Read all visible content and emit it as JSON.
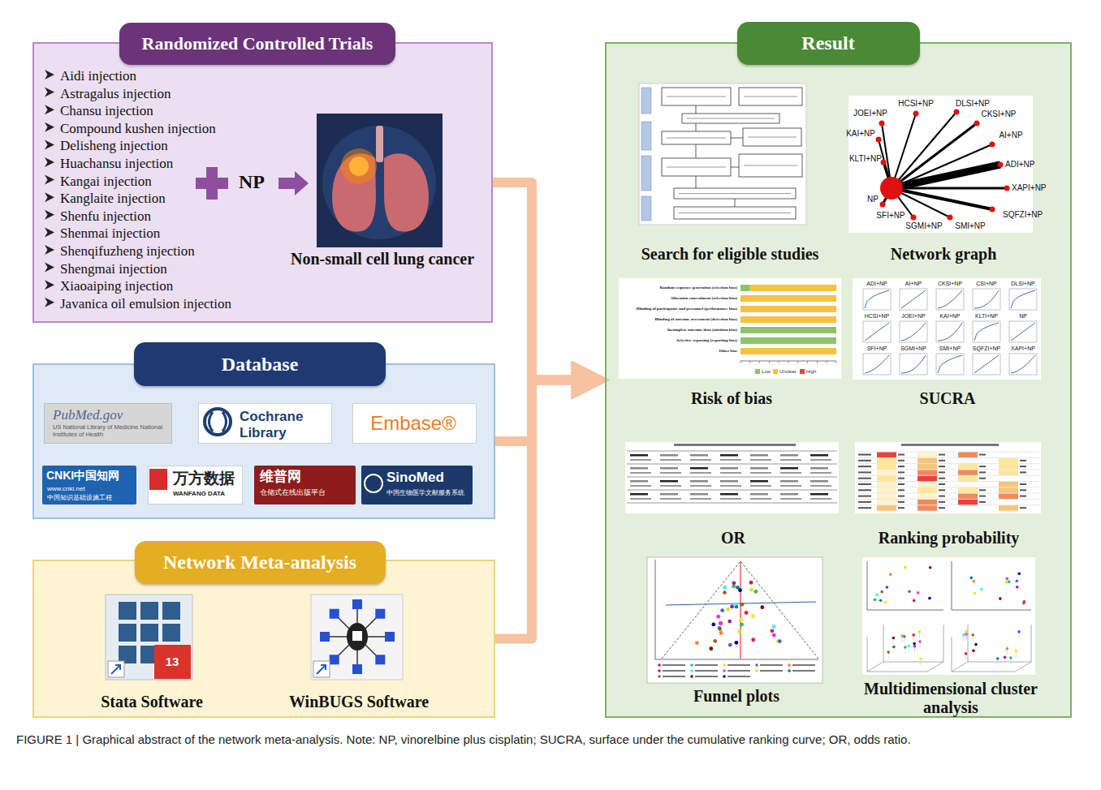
{
  "diagram": {
    "caption": "FIGURE 1 | Graphical abstract of the network meta-analysis. Note: NP, vinorelbine plus cisplatin; SUCRA, surface under the cumulative ranking curve; OR, odds ratio.",
    "nodes": [
      {
        "text": [
          "Randomized Controlled Trials",
          "Aidi injection",
          "Astragalus injection",
          "Chansu injection",
          "Compound kushen injection",
          "Delisheng injection",
          "Huachansu injection",
          "Kangai injection",
          "Kanglaite injection",
          "Shenfu injection",
          "Shenmai injection",
          "Shenqifuzheng injection",
          "Shengmai injection",
          "Xiaoaiping injection",
          "Javanica oil emulsion injection",
          "NP",
          "Non-small cell lung cancer"
        ]
      },
      {
        "text": [
          "Database"
        ]
      },
      {
        "text": [
          "PubMed.gov",
          "US National Library of Medicine National Institutes of Health"
        ],
        "in": 1
      },
      {
        "text": [
          "Cochrane Library"
        ],
        "in": 1
      },
      {
        "text": [
          "Embase®"
        ],
        "in": 1
      },
      {
        "text": [
          "CNKI中国知网",
          "www.cnki.net",
          "中国知识基础设施工程"
        ],
        "in": 1
      },
      {
        "text": [
          "万方数据",
          "WANFANG DATA"
        ],
        "in": 1
      },
      {
        "text": [
          "维普网",
          "仓储式在线出版平台"
        ],
        "in": 1
      },
      {
        "text": [
          "SinoMed",
          "中国生物医学文献服务系统"
        ],
        "in": 1
      },
      {
        "text": [
          "Network Meta-analysis"
        ]
      },
      {
        "text": [
          "Stata Software"
        ],
        "in": 9
      },
      {
        "text": [
          "WinBUGS Software"
        ],
        "in": 9
      },
      {
        "text": [
          "Result"
        ]
      },
      {
        "text": [
          "Search for eligible studies"
        ],
        "in": 12
      },
      {
        "text": [
          "Network graph"
        ],
        "in": 12
      },
      {
        "text": [
          "Risk of bias"
        ],
        "in": 12
      },
      {
        "text": [
          "SUCRA"
        ],
        "in": 12
      },
      {
        "text": [
          "OR"
        ],
        "in": 12
      },
      {
        "text": [
          "Ranking probability"
        ],
        "in": 12
      },
      {
        "text": [
          "Funnel plots"
        ],
        "in": 12
      },
      {
        "text": [
          "Multidimensional cluster analysis"
        ],
        "in": 12
      }
    ],
    "edges": [
      {
        "from": 0,
        "to": 12,
        "arrow": "to"
      },
      {
        "from": 1,
        "to": 12,
        "arrow": "to"
      },
      {
        "from": 9,
        "to": 12,
        "arrow": "to"
      }
    ],
    "labels": [
      "HCSI+NP",
      "DLSI+NP",
      "JOEI+NP",
      "CKSI+NP",
      "KAI+NP",
      "AI+NP",
      "KLTI+NP",
      "ADI+NP",
      "XAPI+NP",
      "NP",
      "SFI+NP",
      "SQFZI+NP",
      "SGMI+NP",
      "SMI+NP",
      "13",
      "ADI+NP",
      "AI+NP",
      "CKSI+NP",
      "CSI+NP",
      "DLSI+NP",
      "HCSI+NP",
      "JOEI+NP",
      "KAI+NP",
      "KLTI+NP",
      "NP",
      "SFI+NP",
      "SGMI+NP",
      "SMI+NP",
      "SQFZI+NP",
      "XAPI+NP",
      "Random sequence generation (selection bias)",
      "Allocation concealment (selection bias)",
      "Blinding of participants and personnel (performance bias)",
      "Blinding of outcome assessment (detection bias)",
      "Incomplete outcome data (attrition bias)",
      "Selective reporting (reporting bias)",
      "Other bias"
    ],
    "legend": [
      {
        "text": "Low",
        "color": "#8dc46a"
      },
      {
        "text": "Unclear",
        "color": "#f5c242"
      },
      {
        "text": "High",
        "color": "#e0463c"
      }
    ]
  }
}
